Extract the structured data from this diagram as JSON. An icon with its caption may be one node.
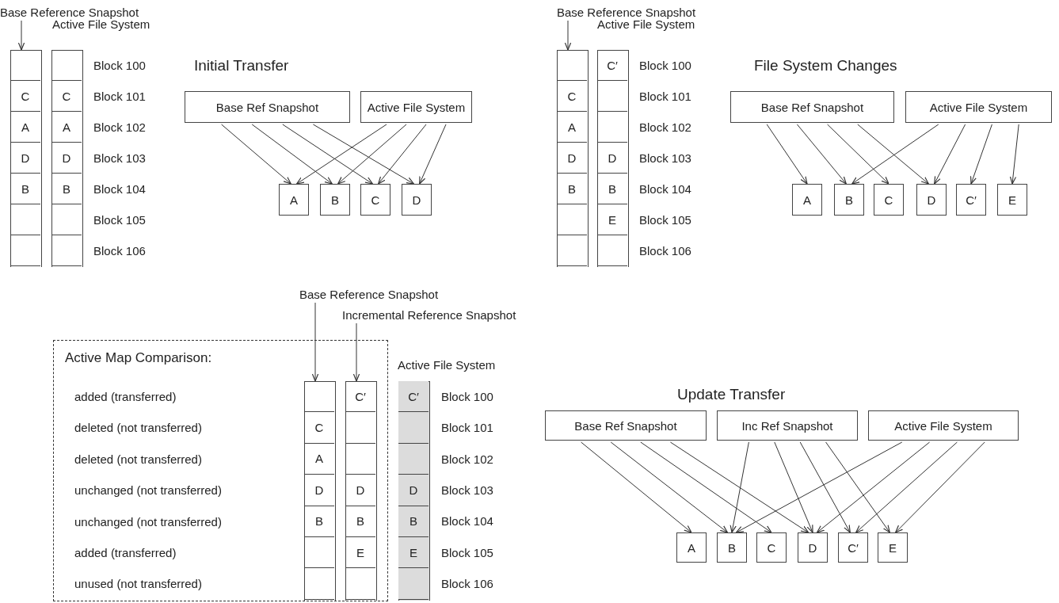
{
  "diagram": {
    "nodes": [
      {
        "text": [
          "Base Reference Snapshot"
        ]
      },
      {
        "text": [],
        "shape": "box"
      },
      {
        "text": [],
        "shape": "box",
        "in": 1
      },
      {
        "text": [
          "C"
        ],
        "in": 1
      },
      {
        "text": [
          "A"
        ],
        "in": 1
      },
      {
        "text": [
          "D"
        ],
        "in": 1
      },
      {
        "text": [
          "B"
        ],
        "in": 1
      },
      {
        "text": [],
        "shape": "box",
        "in": 1
      },
      {
        "text": [],
        "shape": "box",
        "in": 1
      },
      {
        "text": [],
        "shape": "box"
      },
      {
        "text": [],
        "shape": "box",
        "in": 9
      },
      {
        "text": [
          "C"
        ],
        "in": 9
      },
      {
        "text": [
          "A"
        ],
        "in": 9
      },
      {
        "text": [
          "D"
        ],
        "in": 9
      },
      {
        "text": [
          "B"
        ],
        "in": 9
      },
      {
        "text": [],
        "shape": "box",
        "in": 9
      },
      {
        "text": [],
        "shape": "box",
        "in": 9
      },
      {
        "text": [
          "Base Ref Snapshot"
        ]
      },
      {
        "text": [
          "Active File System"
        ]
      },
      {
        "text": [
          "A"
        ]
      },
      {
        "text": [
          "B"
        ]
      },
      {
        "text": [
          "C"
        ]
      },
      {
        "text": [
          "D"
        ]
      },
      {
        "text": [
          "Base Reference Snapshot"
        ]
      },
      {
        "text": [],
        "shape": "box"
      },
      {
        "text": [],
        "shape": "box",
        "in": 24
      },
      {
        "text": [
          "C"
        ],
        "in": 24
      },
      {
        "text": [
          "A"
        ],
        "in": 24
      },
      {
        "text": [
          "D"
        ],
        "in": 24
      },
      {
        "text": [
          "B"
        ],
        "in": 24
      },
      {
        "text": [],
        "shape": "box",
        "in": 24
      },
      {
        "text": [],
        "shape": "box",
        "in": 24
      },
      {
        "text": [],
        "shape": "box"
      },
      {
        "text": [
          "C′"
        ],
        "in": 32
      },
      {
        "text": [],
        "shape": "box",
        "in": 32
      },
      {
        "text": [],
        "shape": "box",
        "in": 32
      },
      {
        "text": [
          "D"
        ],
        "in": 32
      },
      {
        "text": [
          "B"
        ],
        "in": 32
      },
      {
        "text": [
          "E"
        ],
        "in": 32
      },
      {
        "text": [],
        "shape": "box",
        "in": 32
      },
      {
        "text": [
          "Base Ref Snapshot"
        ]
      },
      {
        "text": [
          "Active File System"
        ]
      },
      {
        "text": [
          "A"
        ]
      },
      {
        "text": [
          "B"
        ]
      },
      {
        "text": [
          "C"
        ]
      },
      {
        "text": [
          "D"
        ]
      },
      {
        "text": [
          "C′"
        ]
      },
      {
        "text": [
          "E"
        ]
      },
      {
        "text": [
          "Active Map Comparison:",
          "added (transferred)",
          "deleted (not transferred)",
          "deleted (not transferred)",
          "unchanged (not transferred)",
          "unchanged (not transferred)",
          "added (transferred)",
          "unused (not transferred)"
        ]
      },
      {
        "text": [
          "Base Reference Snapshot"
        ]
      },
      {
        "text": [
          "Incremental Reference Snapshot"
        ]
      },
      {
        "text": [],
        "shape": "box",
        "in": 48
      },
      {
        "text": [],
        "shape": "box",
        "in": 51
      },
      {
        "text": [
          "C"
        ],
        "in": 51
      },
      {
        "text": [
          "A"
        ],
        "in": 51
      },
      {
        "text": [
          "D"
        ],
        "in": 51
      },
      {
        "text": [
          "B"
        ],
        "in": 51
      },
      {
        "text": [],
        "shape": "box",
        "in": 51
      },
      {
        "text": [],
        "shape": "box",
        "in": 51
      },
      {
        "text": [],
        "shape": "box",
        "in": 48
      },
      {
        "text": [
          "C′"
        ],
        "in": 59
      },
      {
        "text": [],
        "shape": "box",
        "in": 59
      },
      {
        "text": [],
        "shape": "box",
        "in": 59
      },
      {
        "text": [
          "D"
        ],
        "in": 59
      },
      {
        "text": [
          "B"
        ],
        "in": 59
      },
      {
        "text": [
          "E"
        ],
        "in": 59
      },
      {
        "text": [],
        "shape": "box",
        "in": 59
      },
      {
        "text": [],
        "shape": "box"
      },
      {
        "text": [
          "C′"
        ],
        "in": 67
      },
      {
        "text": [],
        "shape": "box",
        "in": 67
      },
      {
        "text": [],
        "shape": "box",
        "in": 67
      },
      {
        "text": [
          "D"
        ],
        "in": 67
      },
      {
        "text": [
          "B"
        ],
        "in": 67
      },
      {
        "text": [
          "E"
        ],
        "in": 67
      },
      {
        "text": [],
        "shape": "box",
        "in": 67
      },
      {
        "text": [
          "Base Ref Snapshot"
        ]
      },
      {
        "text": [
          "Inc Ref Snapshot"
        ]
      },
      {
        "text": [
          "Active File System"
        ]
      },
      {
        "text": [
          "A"
        ]
      },
      {
        "text": [
          "B"
        ]
      },
      {
        "text": [
          "C"
        ]
      },
      {
        "text": [
          "D"
        ]
      },
      {
        "text": [
          "C′"
        ]
      },
      {
        "text": [
          "E"
        ]
      }
    ],
    "edges": [
      {
        "from": 0,
        "to": 1,
        "arrow": "to"
      },
      {
        "from": 17,
        "to": 19,
        "arrow": "to"
      },
      {
        "from": 17,
        "to": 20,
        "arrow": "to"
      },
      {
        "from": 17,
        "to": 21,
        "arrow": "to"
      },
      {
        "from": 17,
        "to": 22,
        "arrow": "to"
      },
      {
        "from": 18,
        "to": 19,
        "arrow": "to"
      },
      {
        "from": 18,
        "to": 20,
        "arrow": "to"
      },
      {
        "from": 18,
        "to": 21,
        "arrow": "to"
      },
      {
        "from": 18,
        "to": 22,
        "arrow": "to"
      },
      {
        "from": 23,
        "to": 24,
        "arrow": "to"
      },
      {
        "from": 40,
        "to": 42,
        "arrow": "to"
      },
      {
        "from": 40,
        "to": 43,
        "arrow": "to"
      },
      {
        "from": 40,
        "to": 44,
        "arrow": "to"
      },
      {
        "from": 40,
        "to": 45,
        "arrow": "to"
      },
      {
        "from": 41,
        "to": 43,
        "arrow": "to"
      },
      {
        "from": 41,
        "to": 46,
        "arrow": "to"
      },
      {
        "from": 41,
        "to": 45,
        "arrow": "to"
      },
      {
        "from": 41,
        "to": 47,
        "arrow": "to"
      },
      {
        "from": 49,
        "to": 51,
        "arrow": "to"
      },
      {
        "from": 50,
        "to": 59,
        "arrow": "to"
      },
      {
        "from": 75,
        "to": 78,
        "arrow": "to"
      },
      {
        "from": 75,
        "to": 79,
        "arrow": "to"
      },
      {
        "from": 75,
        "to": 80,
        "arrow": "to"
      },
      {
        "from": 75,
        "to": 81,
        "arrow": "to"
      },
      {
        "from": 76,
        "to": 79,
        "arrow": "to"
      },
      {
        "from": 76,
        "to": 82,
        "arrow": "to"
      },
      {
        "from": 76,
        "to": 81,
        "arrow": "to"
      },
      {
        "from": 76,
        "to": 83,
        "arrow": "to"
      },
      {
        "from": 77,
        "to": 79,
        "arrow": "to"
      },
      {
        "from": 77,
        "to": 82,
        "arrow": "to"
      },
      {
        "from": 77,
        "to": 81,
        "arrow": "to"
      },
      {
        "from": 77,
        "to": 83,
        "arrow": "to"
      }
    ],
    "labels": [
      "Active File System",
      "Block 100",
      "Block 101",
      "Block 102",
      "Block 103",
      "Block 104",
      "Block 105",
      "Block 106",
      "Initial Transfer",
      "Active File System",
      "Block 100",
      "Block 101",
      "Block 102",
      "Block 103",
      "Block 104",
      "Block 105",
      "Block 106",
      "File System Changes",
      "Active File System",
      "Block 100",
      "Block 101",
      "Block 102",
      "Block 103",
      "Block 104",
      "Block 105",
      "Block 106",
      "Update Transfer"
    ]
  }
}
